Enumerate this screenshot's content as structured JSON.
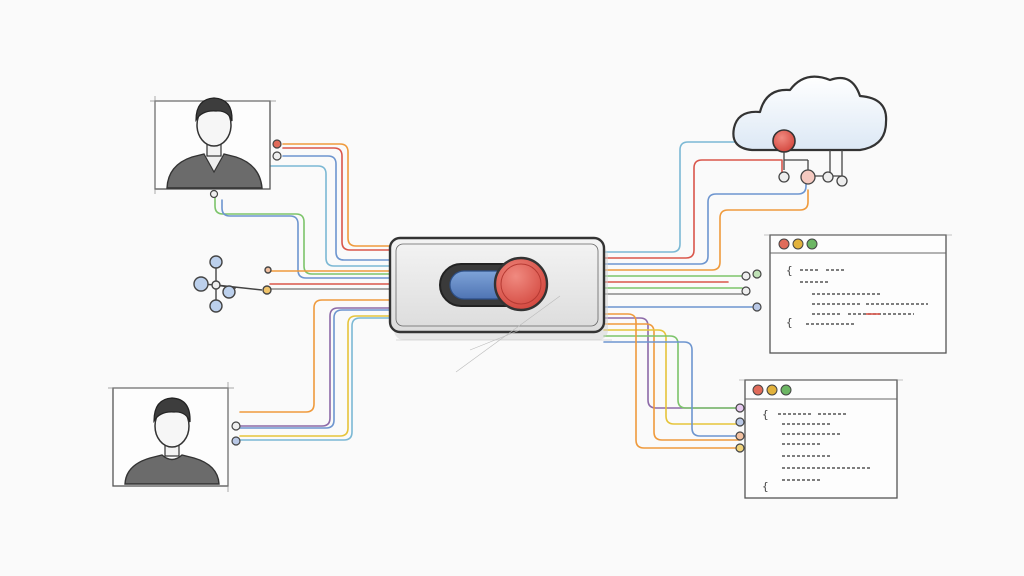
{
  "diagram": {
    "style": "hand-drawn pencil sketch",
    "central_node": {
      "icon": "toggle-switch-icon",
      "state": "on",
      "knob_color": "#e0524a",
      "track_color": "#5b83c4"
    },
    "nodes": [
      {
        "id": "user-top",
        "icon": "user-avatar-icon"
      },
      {
        "id": "user-bottom",
        "icon": "user-avatar-icon"
      },
      {
        "id": "network-hub",
        "icon": "network-node-icon"
      },
      {
        "id": "cloud",
        "icon": "cloud-icon"
      },
      {
        "id": "code-window-1",
        "icon": "code-window-icon"
      },
      {
        "id": "code-window-2",
        "icon": "code-window-icon"
      }
    ],
    "wire_colors": {
      "red": "#d9564b",
      "orange": "#ef9a3c",
      "yellow": "#e6c43a",
      "green": "#7cc46a",
      "blue": "#6d95cf",
      "teal": "#7bb8d4",
      "purple": "#8d6aa8",
      "gray": "#8a8a8a"
    },
    "window_dot_colors": [
      "#e06b5a",
      "#e2b23c",
      "#6cb663"
    ]
  }
}
